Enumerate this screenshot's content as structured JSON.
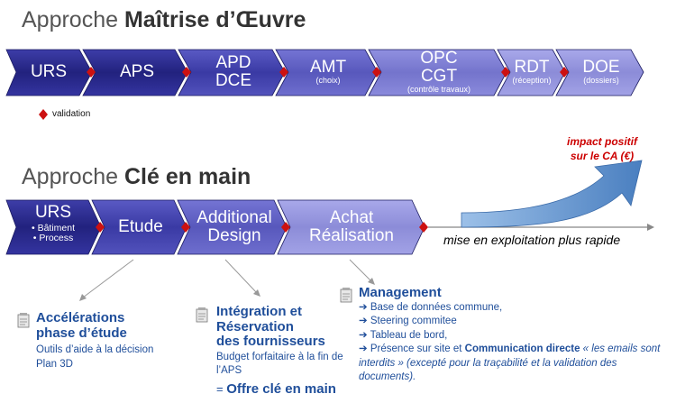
{
  "maitrise": {
    "title_prefix": "Approche ",
    "title_bold": "Maîtrise d’Œuvre",
    "steps": [
      {
        "line1": "URS",
        "line2": "",
        "sub": ""
      },
      {
        "line1": "APS",
        "line2": "",
        "sub": ""
      },
      {
        "line1": "APD",
        "line2": "DCE",
        "sub": ""
      },
      {
        "line1": "AMT",
        "line2": "",
        "sub": "(choix)"
      },
      {
        "line1": "OPC",
        "line2": "CGT",
        "sub": "(contrôle travaux)"
      },
      {
        "line1": "RDT",
        "line2": "",
        "sub": "(réception)"
      },
      {
        "line1": "DOE",
        "line2": "",
        "sub": "(dossiers)"
      }
    ],
    "legend": "validation"
  },
  "cle": {
    "title_prefix": "Approche ",
    "title_bold": "Clé en main",
    "steps": [
      {
        "line1": "URS",
        "bullets": [
          "Bâtiment",
          "Process"
        ]
      },
      {
        "line1": "Etude"
      },
      {
        "line1": "Additional",
        "line2": "Design"
      },
      {
        "line1": "Achat",
        "line2": "Réalisation"
      }
    ],
    "mise": "mise en exploitation plus rapide",
    "impact_line1": "impact positif",
    "impact_line2": "sur le CA (€)"
  },
  "callouts": {
    "acc": {
      "title1": "Accélérations",
      "title2": "phase d’étude",
      "line1": "Outils d’aide à la décision",
      "line2": "Plan 3D"
    },
    "integ": {
      "title1": "Intégration et",
      "title2": "Réservation",
      "title3": "des fournisseurs",
      "line1": "Budget forfaitaire à la fin de",
      "line2": "l’APS",
      "eq": "= ",
      "offre": "Offre clé en main"
    },
    "mgmt": {
      "title": "Management",
      "items": [
        "Base de données commune,",
        "Steering commitee",
        "Tableau de bord,"
      ],
      "last_prefix": "Présence sur site et ",
      "last_bold": "Communication directe",
      "last_italic": " « les emails sont interdits » (excepté pour la traçabilité et la validation des documents)."
    }
  },
  "colors": {
    "chevron_dark": "#2a2a8c",
    "chevron_mid": "#6c6cc8",
    "chevron_light": "#9a9ae0",
    "diamond": "#cc1111",
    "heading_blue": "#1f4e9a",
    "impact_red": "#cc0000"
  }
}
